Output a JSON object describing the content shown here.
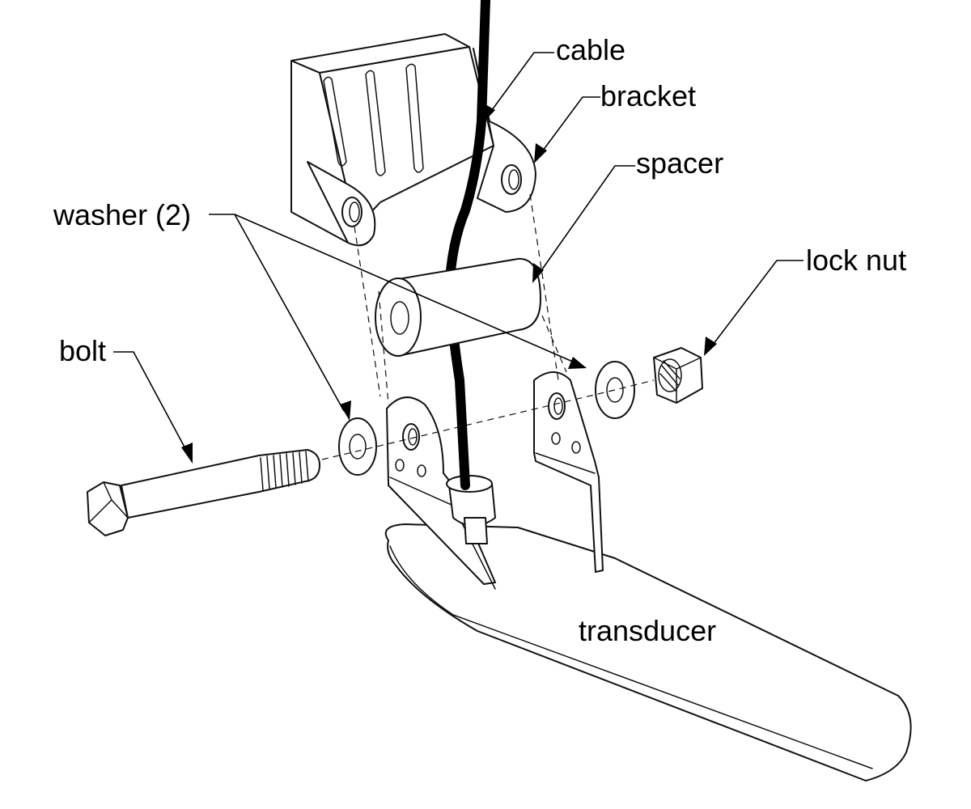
{
  "diagram": {
    "labels": {
      "cable": "cable",
      "bracket": "bracket",
      "spacer": "spacer",
      "washer": "washer (2)",
      "lock_nut": "lock nut",
      "bolt": "bolt",
      "transducer": "transducer"
    },
    "colors": {
      "line": "#111111",
      "fill": "#ffffff",
      "cable": "#000000"
    }
  }
}
